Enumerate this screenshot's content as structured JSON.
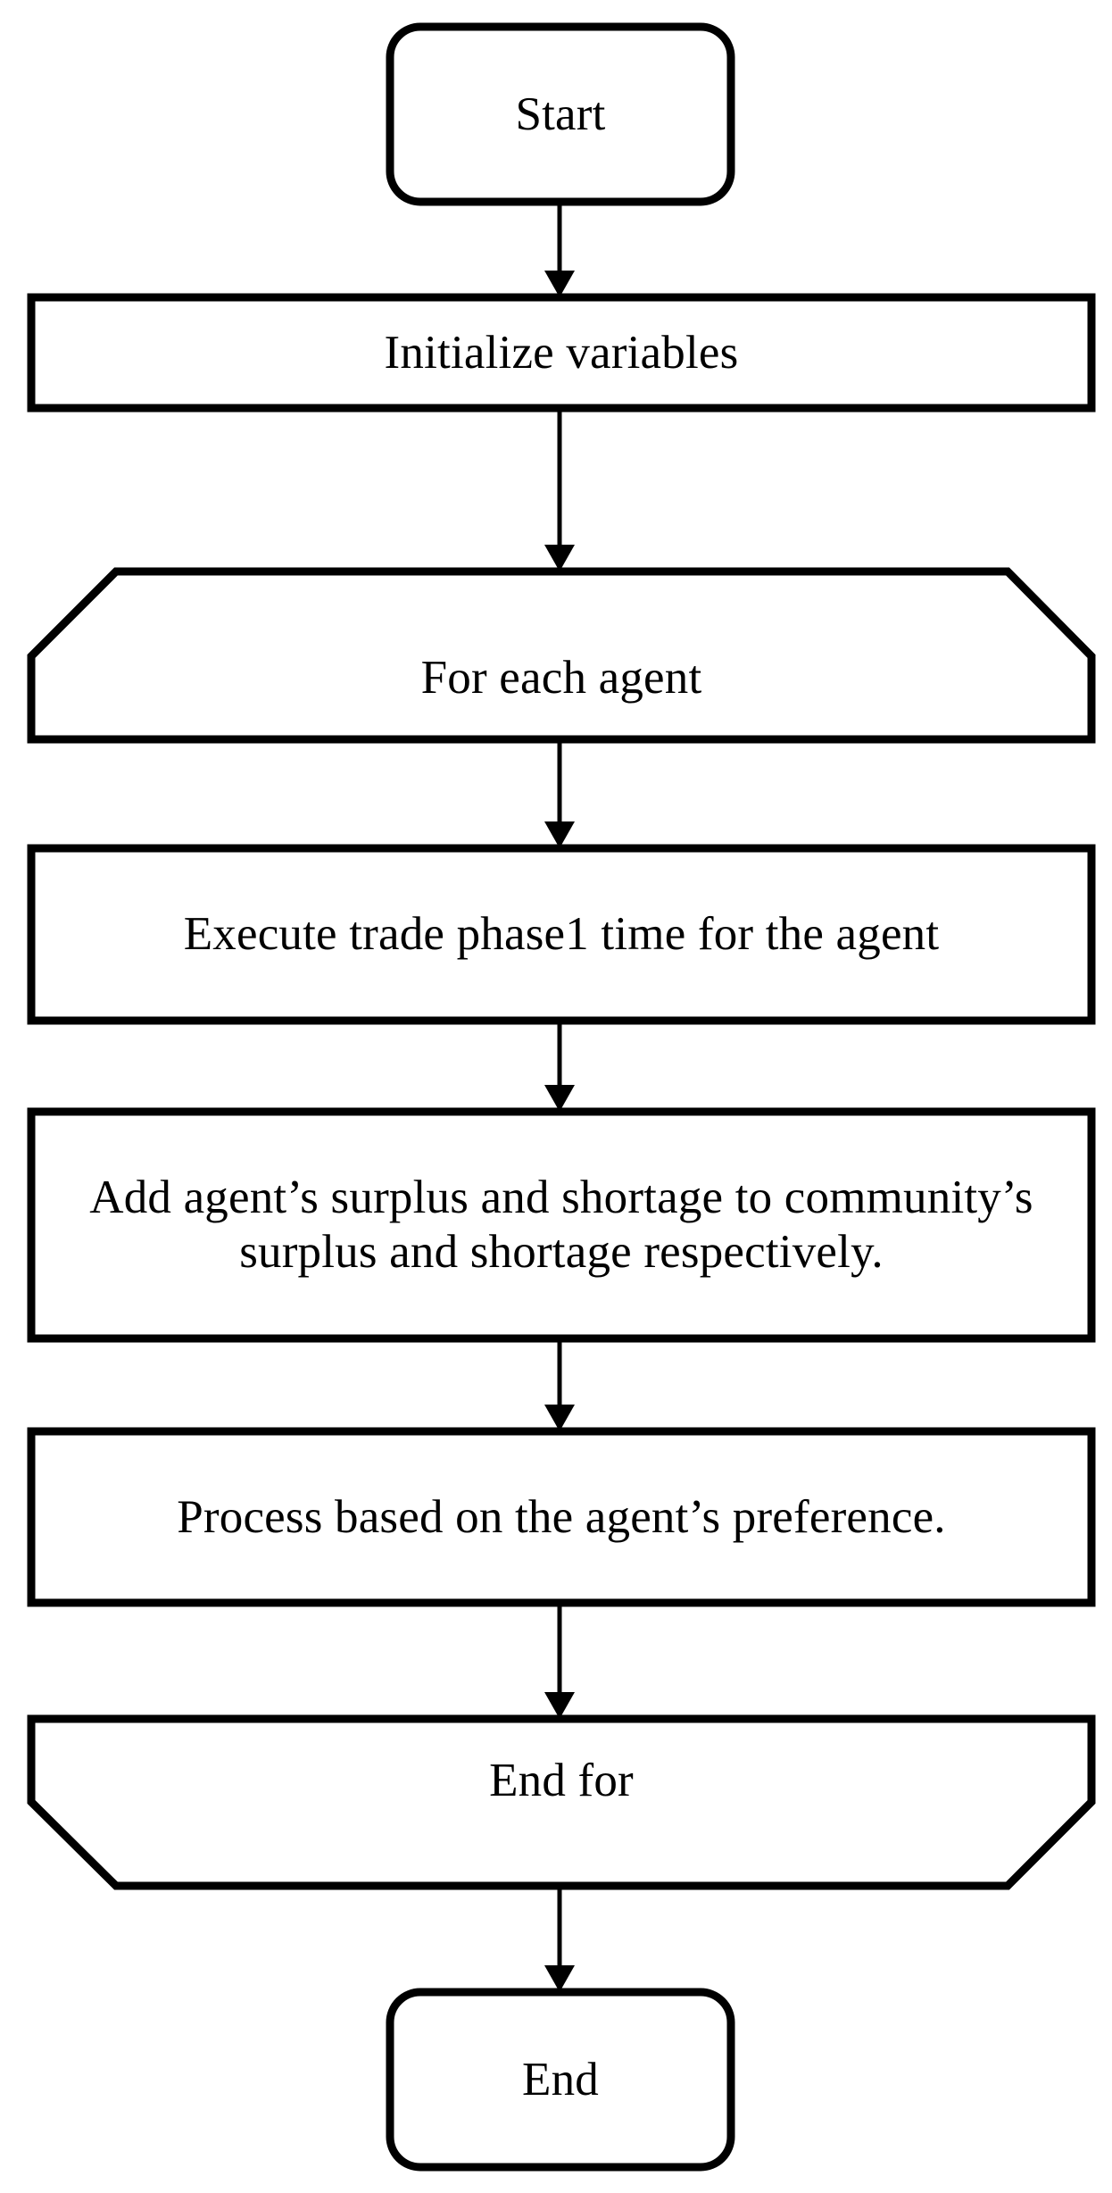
{
  "diagram": {
    "title": "Agent trading simulation flowchart",
    "background_color": "#ffffff",
    "stroke_color": "#000000",
    "text_color": "#000000",
    "nodes": [
      {
        "id": "start",
        "label": "Start",
        "shape": "rounded-rectangle"
      },
      {
        "id": "init",
        "label": "Initialize variables",
        "shape": "rectangle"
      },
      {
        "id": "for-each",
        "label": "For each agent",
        "shape": "loop-start-trapezoid"
      },
      {
        "id": "execute",
        "label": "Execute trade phase1 time for the agent",
        "shape": "rectangle"
      },
      {
        "id": "add-surplus",
        "label": "Add agent’s surplus and shortage to community’s surplus and shortage respectively.",
        "shape": "rectangle"
      },
      {
        "id": "process-pref",
        "label": "Process based on the agent’s preference.",
        "shape": "rectangle"
      },
      {
        "id": "end-for",
        "label": "End for",
        "shape": "loop-end-trapezoid"
      },
      {
        "id": "end",
        "label": "End",
        "shape": "rounded-rectangle"
      }
    ],
    "edges": [
      {
        "id": "e1",
        "from": "start",
        "to": "init",
        "arrow": "down"
      },
      {
        "id": "e2",
        "from": "init",
        "to": "for-each",
        "arrow": "down"
      },
      {
        "id": "e3",
        "from": "for-each",
        "to": "execute",
        "arrow": "down"
      },
      {
        "id": "e4",
        "from": "execute",
        "to": "add-surplus",
        "arrow": "down"
      },
      {
        "id": "e5",
        "from": "add-surplus",
        "to": "process-pref",
        "arrow": "down"
      },
      {
        "id": "e6",
        "from": "process-pref",
        "to": "end-for",
        "arrow": "down"
      },
      {
        "id": "e7",
        "from": "end-for",
        "to": "end",
        "arrow": "down"
      }
    ]
  }
}
